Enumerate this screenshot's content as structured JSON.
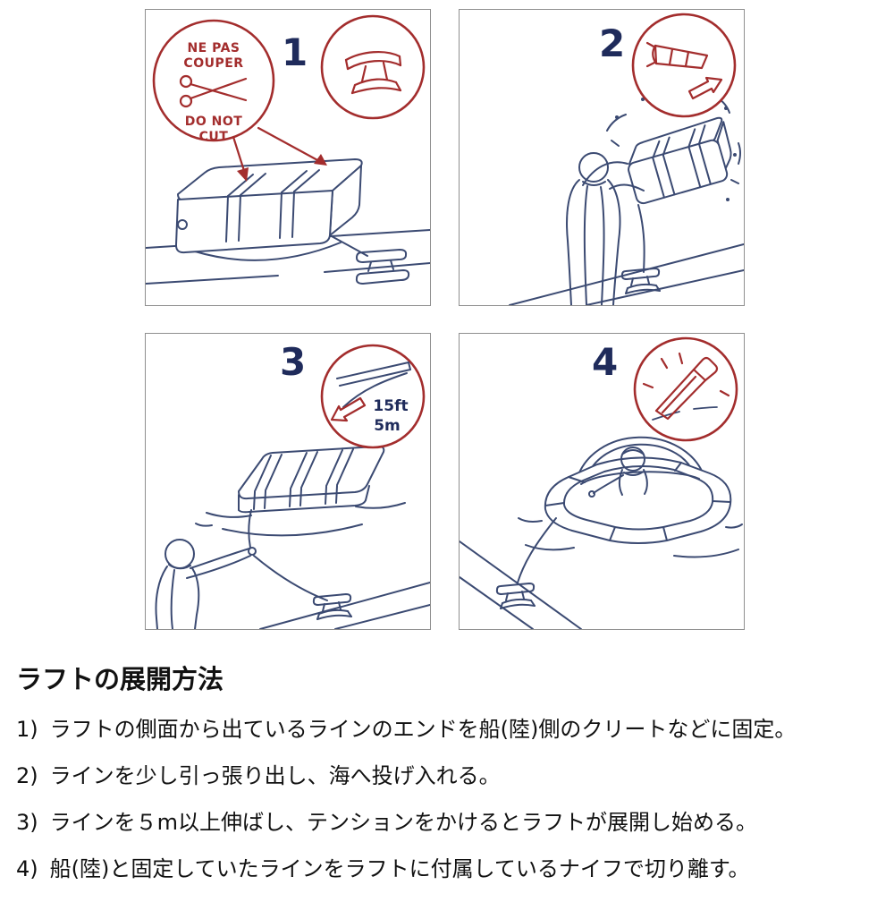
{
  "colors": {
    "line_art": "#3b4a72",
    "accent_red": "#a32d2d",
    "step_number": "#1f2b5b",
    "panel_border": "#8f8f8f",
    "text": "#111111",
    "background": "#ffffff"
  },
  "panels": {
    "p1": {
      "number": "1",
      "warning": {
        "line1": "NE PAS",
        "line2": "COUPER",
        "line3": "DO NOT",
        "line4": "CUT"
      },
      "icons": {
        "scissors": "scissors-icon",
        "cleat": "cleat-icon"
      }
    },
    "p2": {
      "number": "2",
      "icons": {
        "windsock": "windsock-icon",
        "wind_arrow": "wind-arrow-icon"
      }
    },
    "p3": {
      "number": "3",
      "distance": {
        "feet": "15ft",
        "meters": "5m"
      },
      "icons": {
        "pull_arrow": "pull-arrow-icon"
      }
    },
    "p4": {
      "number": "4",
      "icons": {
        "knife": "knife-icon"
      }
    }
  },
  "title": "ラフトの展開方法",
  "instructions": [
    {
      "label": "1)",
      "text": "ラフトの側面から出ているラインのエンドを船(陸)側のクリートなどに固定。"
    },
    {
      "label": "2)",
      "text": "ラインを少し引っ張り出し、海へ投げ入れる。"
    },
    {
      "label": "3)",
      "text": "ラインを５m以上伸ばし、テンションをかけるとラフトが展開し始める。"
    },
    {
      "label": "4)",
      "text": "船(陸)と固定していたラインをラフトに付属しているナイフで切り離す。"
    }
  ]
}
